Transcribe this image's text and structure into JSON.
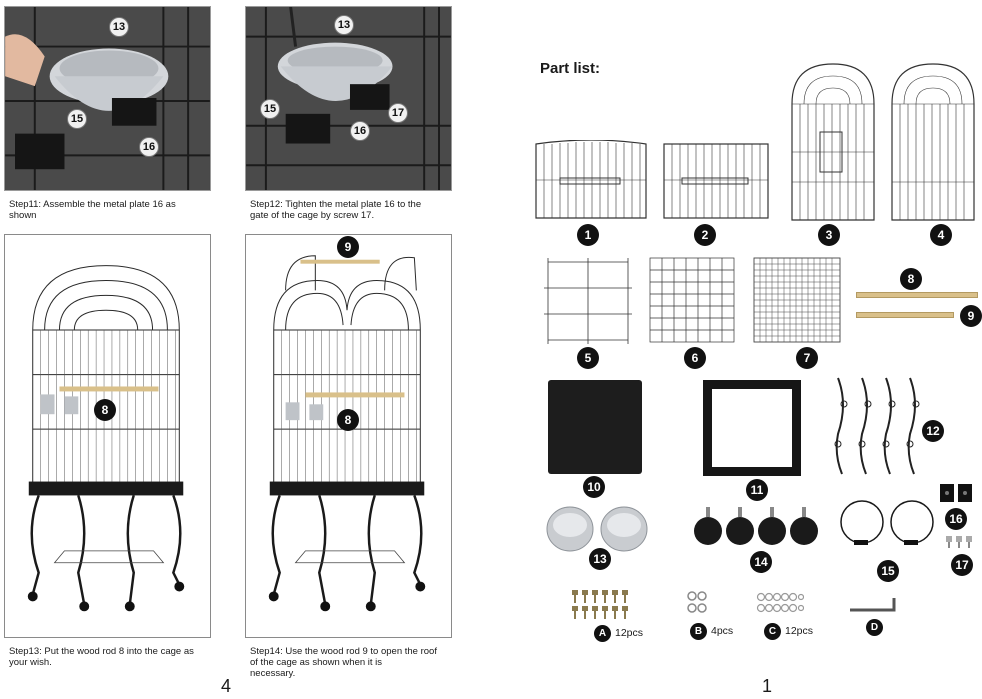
{
  "left_page": {
    "page_number": "4",
    "steps": [
      {
        "id": "step11",
        "text": "Step11: Assemble the metal plate 16 as\n        shown",
        "labels": [
          "13",
          "15",
          "16"
        ]
      },
      {
        "id": "step12",
        "text": "Step12: Tighten the metal plate 16 to the\n        gate of the cage by screw 17.",
        "labels": [
          "13",
          "15",
          "16",
          "17"
        ]
      },
      {
        "id": "step13",
        "text": "Step13: Put the wood rod 8 into the cage as\n        your wish.",
        "labels": [
          "8"
        ]
      },
      {
        "id": "step14",
        "text": "Step14: Use the wood rod 9 to open the roof\n        of the cage as shown when it is\n        necessary.",
        "labels": [
          "9",
          "8"
        ]
      }
    ]
  },
  "right_page": {
    "page_number": "1",
    "title": "Part list:",
    "parts": [
      "1",
      "2",
      "3",
      "4",
      "5",
      "6",
      "7",
      "8",
      "9",
      "10",
      "11",
      "12",
      "13",
      "14",
      "15",
      "16",
      "17"
    ],
    "hardware": [
      {
        "letter": "A",
        "qty": "12pcs"
      },
      {
        "letter": "B",
        "qty": "4pcs"
      },
      {
        "letter": "C",
        "qty": "12pcs"
      },
      {
        "letter": "D",
        "qty": ""
      }
    ]
  },
  "colors": {
    "badge": "#111111",
    "wire": "#2a2a2a",
    "wood": "#d9c08a",
    "steel": "#c9ccd0"
  }
}
